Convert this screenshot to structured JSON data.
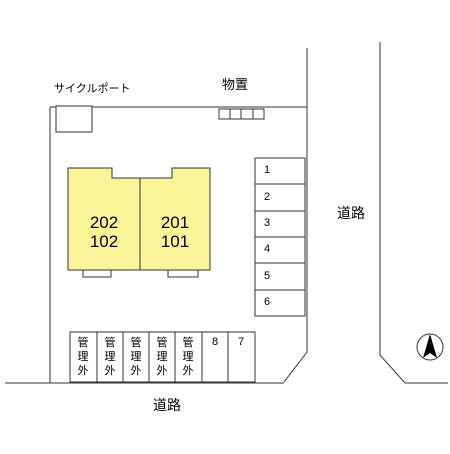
{
  "labels": {
    "cycle_port": "サイクルポート",
    "storage": "物置",
    "road_right": "道路",
    "road_bottom": "道路",
    "compass_north": "N"
  },
  "buildings": [
    {
      "top": "202",
      "bottom": "102"
    },
    {
      "top": "201",
      "bottom": "101"
    }
  ],
  "parking_right": [
    "1",
    "2",
    "3",
    "4",
    "5",
    "6"
  ],
  "parking_bottom_managed": [
    "管",
    "理",
    "外"
  ],
  "parking_bottom_numbers": [
    "8",
    "7"
  ],
  "colors": {
    "building_fill": "#fbf59a",
    "line": "#333333"
  }
}
